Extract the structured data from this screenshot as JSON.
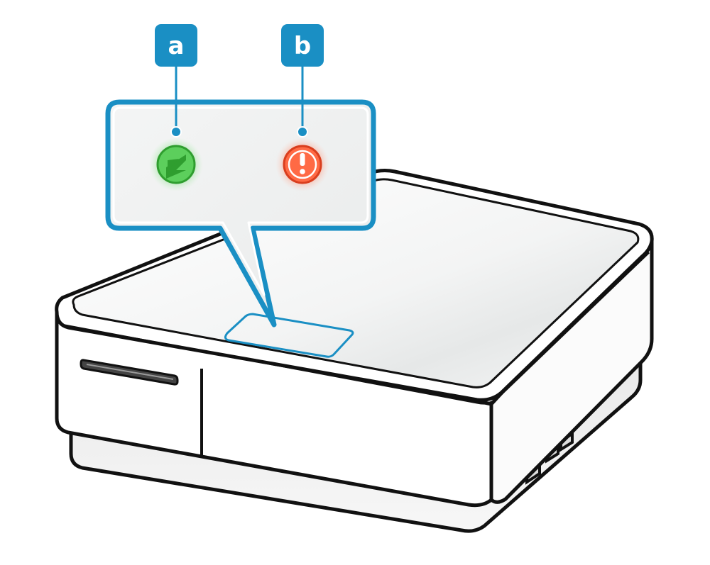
{
  "diagram": {
    "subject": "printer-cash-drawer-device",
    "callouts": [
      {
        "label": "a",
        "icon": "power-indicator-icon",
        "icon_color": "#3dbb3d"
      },
      {
        "label": "b",
        "icon": "error-indicator-icon",
        "icon_color": "#f04e2a"
      }
    ],
    "colors": {
      "accent": "#1a8fc4",
      "outline": "#111111",
      "body": "#ffffff"
    }
  }
}
